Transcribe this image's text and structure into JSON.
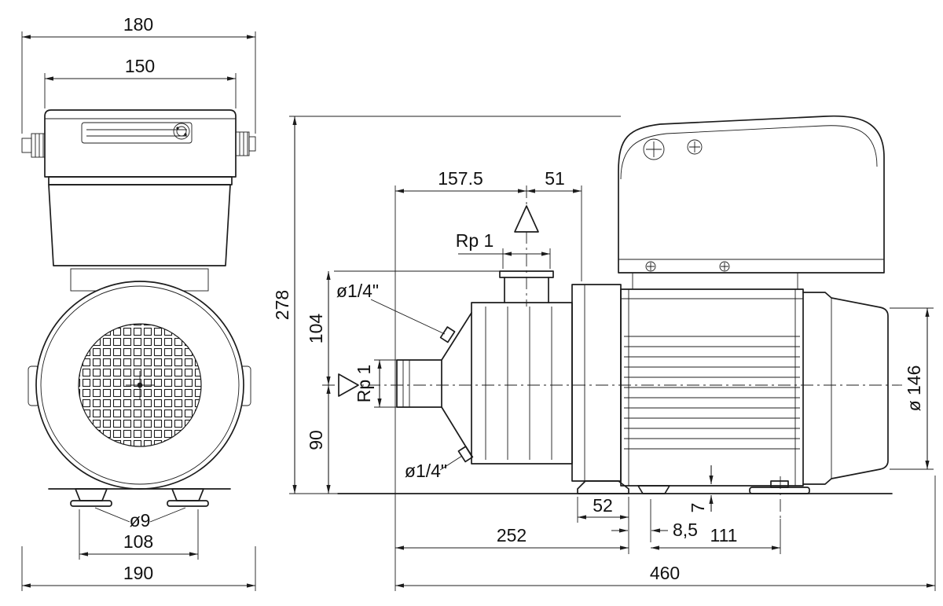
{
  "dims": {
    "front": {
      "top_width": "180",
      "module_width": "150",
      "foot_holes": "ø9",
      "foot_spacing": "108",
      "base_width": "190"
    },
    "side": {
      "suction_to_discharge": "157.5",
      "discharge_to_flange": "51",
      "discharge_thread": "Rp 1",
      "vent_plug": "ø1/4\"",
      "suction_thread": "Rp 1",
      "total_height": "278",
      "discharge_height": "104",
      "axis_height": "90",
      "drain_plug": "ø1/4\"",
      "fan_diameter": "ø 146",
      "pump_foot_width": "52",
      "foot_offset": "8,5",
      "clearance": "7",
      "pump_length": "252",
      "motor_foot_span": "111",
      "total_length": "460"
    }
  }
}
